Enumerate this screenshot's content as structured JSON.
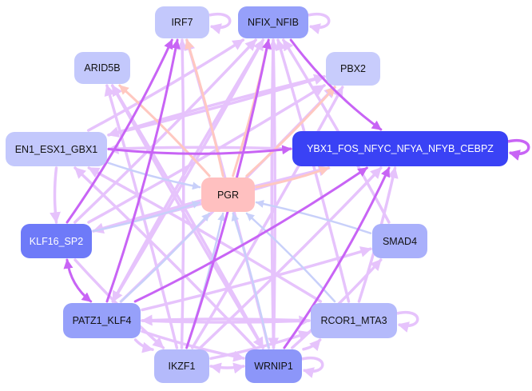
{
  "graph": {
    "title": "Transcription factor regulatory network",
    "nodes": [
      {
        "id": "IRF7",
        "label": "IRF7",
        "color": "#c3c8fc",
        "text": "#111111"
      },
      {
        "id": "NFIX_NFIB",
        "label": "NFIX_NFIB",
        "color": "#96a0fa",
        "text": "#111111"
      },
      {
        "id": "ARID5B",
        "label": "ARID5B",
        "color": "#c3c8fc",
        "text": "#111111"
      },
      {
        "id": "PBX2",
        "label": "PBX2",
        "color": "#c8ccfc",
        "text": "#111111"
      },
      {
        "id": "EN1_ESX1_GBX1",
        "label": "EN1_ESX1_GBX1",
        "color": "#c3c8fc",
        "text": "#111111"
      },
      {
        "id": "YBX1",
        "label": "YBX1_FOS_NFYC_NFYA_NFYB_CEBPZ",
        "color": "#3a42f5",
        "text": "#ffffff"
      },
      {
        "id": "PGR",
        "label": "PGR",
        "color": "#ffc0c0",
        "text": "#111111"
      },
      {
        "id": "KLF16_SP2",
        "label": "KLF16_SP2",
        "color": "#6e7af8",
        "text": "#ffffff"
      },
      {
        "id": "SMAD4",
        "label": "SMAD4",
        "color": "#a9b0fb",
        "text": "#111111"
      },
      {
        "id": "PATZ1_KLF4",
        "label": "PATZ1_KLF4",
        "color": "#96a0fa",
        "text": "#111111"
      },
      {
        "id": "RCOR1_MTA3",
        "label": "RCOR1_MTA3",
        "color": "#b4bafb",
        "text": "#111111"
      },
      {
        "id": "IKZF1",
        "label": "IKZF1",
        "color": "#b4bafb",
        "text": "#111111"
      },
      {
        "id": "WRNIP1",
        "label": "WRNIP1",
        "color": "#8c96f9",
        "text": "#111111"
      }
    ],
    "edge_colors": {
      "light": "#e6c3fc",
      "strong": "#c864f5",
      "blue": "#c8d0fa",
      "pink": "#ffc8c0"
    },
    "edges": [
      {
        "from": "NFIX_NFIB",
        "to": "YBX1",
        "type": "strong"
      },
      {
        "from": "KLF16_SP2",
        "to": "PATZ1_KLF4",
        "type": "strong",
        "bidirectional": true
      },
      {
        "from": "KLF16_SP2",
        "to": "IRF7",
        "type": "strong"
      },
      {
        "from": "PATZ1_KLF4",
        "to": "IRF7",
        "type": "strong"
      },
      {
        "from": "EN1_ESX1_GBX1",
        "to": "YBX1",
        "type": "strong"
      },
      {
        "from": "PATZ1_KLF4",
        "to": "YBX1",
        "type": "strong"
      },
      {
        "from": "WRNIP1",
        "to": "YBX1",
        "type": "strong"
      },
      {
        "from": "IKZF1",
        "to": "NFIX_NFIB",
        "type": "strong"
      },
      {
        "from": "PGR",
        "to": "IRF7",
        "type": "pink"
      },
      {
        "from": "PGR",
        "to": "ARID5B",
        "type": "pink"
      },
      {
        "from": "PGR",
        "to": "NFIX_NFIB",
        "type": "pink"
      },
      {
        "from": "PGR",
        "to": "PBX2",
        "type": "pink"
      },
      {
        "from": "PGR",
        "to": "YBX1",
        "type": "pink"
      },
      {
        "from": "EN1_ESX1_GBX1",
        "to": "PGR",
        "type": "blue"
      },
      {
        "from": "KLF16_SP2",
        "to": "PGR",
        "type": "blue"
      },
      {
        "from": "PATZ1_KLF4",
        "to": "PGR",
        "type": "blue"
      },
      {
        "from": "IKZF1",
        "to": "PGR",
        "type": "blue"
      },
      {
        "from": "WRNIP1",
        "to": "PGR",
        "type": "blue"
      },
      {
        "from": "RCOR1_MTA3",
        "to": "PGR",
        "type": "blue"
      },
      {
        "from": "SMAD4",
        "to": "PGR",
        "type": "blue"
      },
      {
        "from": "IKZF1",
        "to": "IRF7",
        "type": "light"
      },
      {
        "from": "WRNIP1",
        "to": "IRF7",
        "type": "light"
      },
      {
        "from": "KLF16_SP2",
        "to": "NFIX_NFIB",
        "type": "light"
      },
      {
        "from": "PATZ1_KLF4",
        "to": "NFIX_NFIB",
        "type": "light"
      },
      {
        "from": "WRNIP1",
        "to": "NFIX_NFIB",
        "type": "light"
      },
      {
        "from": "RCOR1_MTA3",
        "to": "NFIX_NFIB",
        "type": "light"
      },
      {
        "from": "EN1_ESX1_GBX1",
        "to": "NFIX_NFIB",
        "type": "light"
      },
      {
        "from": "SMAD4",
        "to": "NFIX_NFIB",
        "type": "light"
      },
      {
        "from": "IKZF1",
        "to": "ARID5B",
        "type": "light"
      },
      {
        "from": "WRNIP1",
        "to": "ARID5B",
        "type": "light"
      },
      {
        "from": "PATZ1_KLF4",
        "to": "PBX2",
        "type": "light"
      },
      {
        "from": "KLF16_SP2",
        "to": "PBX2",
        "type": "light"
      },
      {
        "from": "EN1_ESX1_GBX1",
        "to": "PBX2",
        "type": "light"
      },
      {
        "from": "IKZF1",
        "to": "PBX2",
        "type": "light"
      },
      {
        "from": "PBX2",
        "to": "EN1_ESX1_GBX1",
        "type": "light"
      },
      {
        "from": "YBX1",
        "to": "EN1_ESX1_GBX1",
        "type": "light"
      },
      {
        "from": "WRNIP1",
        "to": "EN1_ESX1_GBX1",
        "type": "light"
      },
      {
        "from": "RCOR1_MTA3",
        "to": "EN1_ESX1_GBX1",
        "type": "light"
      },
      {
        "from": "EN1_ESX1_GBX1",
        "to": "KLF16_SP2",
        "type": "light"
      },
      {
        "from": "IKZF1",
        "to": "YBX1",
        "type": "light"
      },
      {
        "from": "RCOR1_MTA3",
        "to": "YBX1",
        "type": "light"
      },
      {
        "from": "KLF16_SP2",
        "to": "YBX1",
        "type": "light"
      },
      {
        "from": "PATZ1_KLF4",
        "to": "SMAD4",
        "type": "light"
      },
      {
        "from": "WRNIP1",
        "to": "SMAD4",
        "type": "light"
      },
      {
        "from": "IKZF1",
        "to": "RCOR1_MTA3",
        "type": "light"
      },
      {
        "from": "WRNIP1",
        "to": "RCOR1_MTA3",
        "type": "light"
      },
      {
        "from": "PATZ1_KLF4",
        "to": "RCOR1_MTA3",
        "type": "light"
      },
      {
        "from": "NFIX_NFIB",
        "to": "PATZ1_KLF4",
        "type": "light"
      },
      {
        "from": "RCOR1_MTA3",
        "to": "PATZ1_KLF4",
        "type": "light"
      },
      {
        "from": "YBX1",
        "to": "KLF16_SP2",
        "type": "light"
      },
      {
        "from": "NFIX_NFIB",
        "to": "WRNIP1",
        "type": "light"
      },
      {
        "from": "PATZ1_KLF4",
        "to": "WRNIP1",
        "type": "light"
      },
      {
        "from": "IKZF1",
        "to": "WRNIP1",
        "type": "light",
        "bidirectional": true
      },
      {
        "from": "PATZ1_KLF4",
        "to": "IKZF1",
        "type": "light"
      },
      {
        "from": "KLF16_SP2",
        "to": "IKZF1",
        "type": "light"
      },
      {
        "from": "ARID5B",
        "to": "WRNIP1",
        "type": "light"
      }
    ],
    "self_loops": [
      {
        "node": "IRF7",
        "type": "light"
      },
      {
        "node": "NFIX_NFIB",
        "type": "light"
      },
      {
        "node": "YBX1",
        "type": "strong"
      },
      {
        "node": "RCOR1_MTA3",
        "type": "light"
      },
      {
        "node": "WRNIP1",
        "type": "light"
      }
    ]
  }
}
